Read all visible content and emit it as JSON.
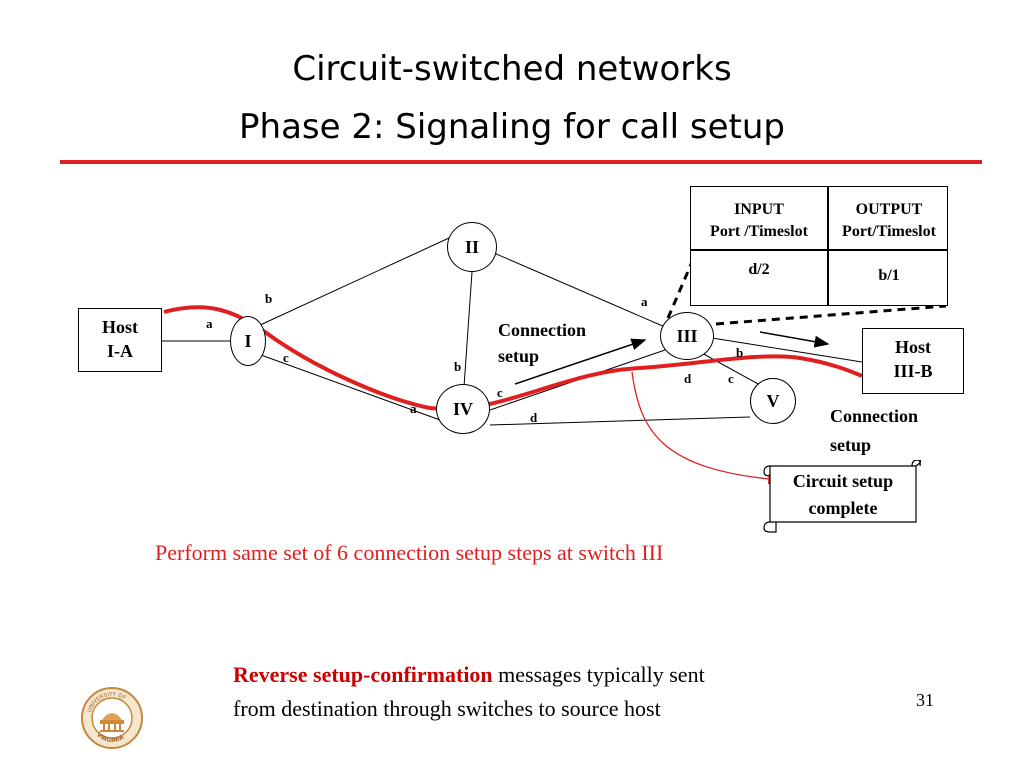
{
  "slide": {
    "title_line1": "Circuit-switched networks",
    "title_line2": "Phase 2: Signaling for call setup",
    "page_number": "31"
  },
  "hosts": {
    "host_a": [
      "Host",
      "I-A"
    ],
    "host_b": [
      "Host",
      "III-B"
    ]
  },
  "switches": [
    "I",
    "II",
    "III",
    "IV",
    "V"
  ],
  "port_labels": {
    "i_a": "a",
    "i_b": "b",
    "i_c": "c",
    "ii_a": "a",
    "iv_b": "b",
    "iv_a": "a",
    "iv_c": "c",
    "iv_d": "d",
    "iii_b": "b",
    "iii_d": "d",
    "iii_c": "c"
  },
  "table": {
    "input_header": [
      "INPUT",
      "Port /Timeslot"
    ],
    "output_header": [
      "OUTPUT",
      "Port/Timeslot"
    ],
    "input_value": "d/2",
    "output_value": "b/1"
  },
  "annotations": {
    "connection_setup_1": [
      "Connection",
      "setup"
    ],
    "connection_setup_2": [
      "Connection",
      "setup"
    ],
    "scroll_note": [
      "Circuit setup",
      "complete"
    ]
  },
  "caption": "Perform same set of 6 connection setup steps at switch III",
  "footer_note": {
    "highlight": "Reverse setup-confirmation",
    "rest_line1": " messages typically sent",
    "line2": "from destination through switches to source host"
  },
  "logo": {
    "top_text": "UNIVERSITY OF",
    "bottom_text": "VIRGINIA"
  },
  "colors": {
    "accent": "#e02020",
    "text": "#000000"
  }
}
